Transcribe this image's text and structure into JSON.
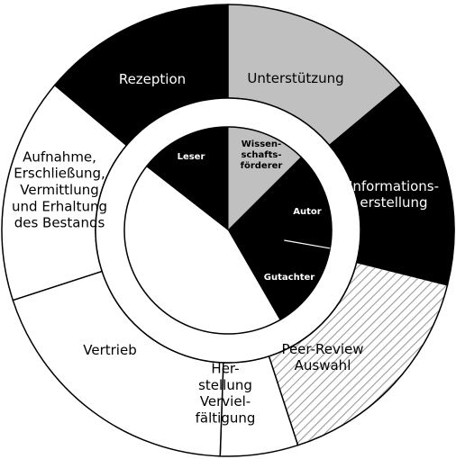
{
  "diagram": {
    "outer_ring": [
      {
        "id": "rezeption",
        "lines": [
          "Rezeption"
        ],
        "fill": "black",
        "text_color": "#ffffff"
      },
      {
        "id": "unterstuetzung",
        "lines": [
          "Unterstützung"
        ],
        "fill": "#c0c0c0",
        "text_color": "#000000"
      },
      {
        "id": "informationserstellung",
        "lines": [
          "Informations-",
          "erstellung"
        ],
        "fill": "black",
        "text_color": "#ffffff"
      },
      {
        "id": "peer-review-auswahl",
        "lines": [
          "Peer-Review",
          "Auswahl"
        ],
        "fill": "hatched",
        "text_color": "#000000"
      },
      {
        "id": "herstellung",
        "lines": [
          "Her-",
          "stellung",
          "Verviel-",
          "fältigung"
        ],
        "fill": "white",
        "text_color": "#000000"
      },
      {
        "id": "vertrieb",
        "lines": [
          "Vertrieb"
        ],
        "fill": "white",
        "text_color": "#000000"
      },
      {
        "id": "aufnahme",
        "lines": [
          "Aufnahme,",
          "Erschließung,",
          "Vermittlung",
          "und Erhaltung",
          "des Bestands"
        ],
        "fill": "white",
        "text_color": "#000000"
      }
    ],
    "inner_ring": [
      {
        "id": "leser",
        "lines": [
          "Leser"
        ],
        "fill": "black",
        "text_color": "#ffffff"
      },
      {
        "id": "wissenschaftsfoerderer",
        "lines": [
          "Wissen-",
          "schafts-",
          "förderer"
        ],
        "fill": "#c0c0c0",
        "text_color": "#000000"
      },
      {
        "id": "autor",
        "lines": [
          "Autor"
        ],
        "fill": "black",
        "text_color": "#ffffff"
      },
      {
        "id": "gutachter",
        "lines": [
          "Gutachter"
        ],
        "fill": "black",
        "text_color": "#ffffff"
      },
      {
        "id": "blank",
        "lines": [],
        "fill": "white",
        "text_color": "#000000"
      }
    ],
    "colors": {
      "black": "#000000",
      "gray": "#c0c0c0",
      "white": "#ffffff",
      "stroke": "#000000"
    }
  }
}
